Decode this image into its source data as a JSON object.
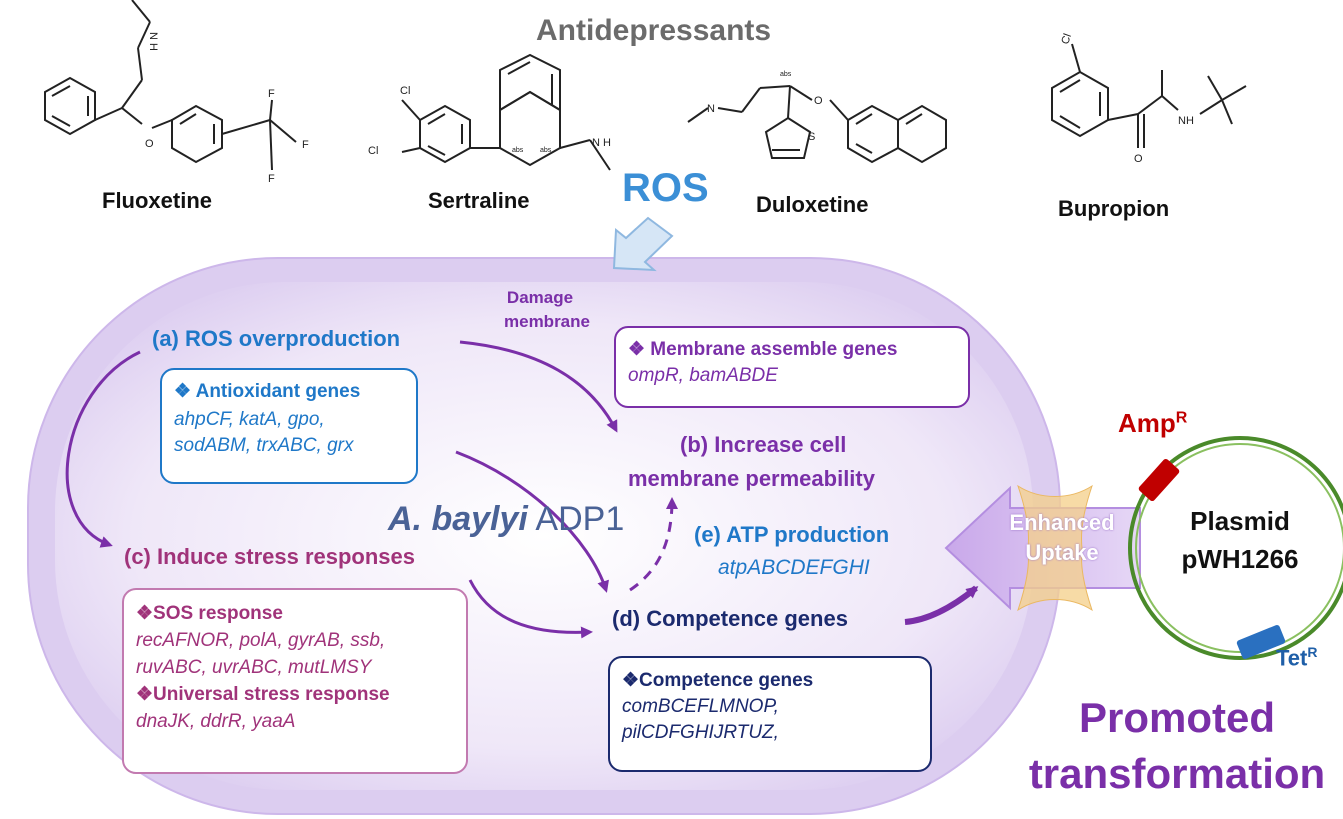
{
  "title": "Antidepressants",
  "drugs": [
    {
      "name": "Fluoxetine"
    },
    {
      "name": "Sertraline"
    },
    {
      "name": "Duloxetine"
    },
    {
      "name": "Bupropion"
    }
  ],
  "molecule_atoms": {
    "fluoxetine": [
      "N",
      "H",
      "O",
      "F",
      "F",
      "F"
    ],
    "sertraline": [
      "Cl",
      "Cl",
      "N",
      "H",
      "abs",
      "abs"
    ],
    "duloxetine": [
      "N",
      "abs",
      "O",
      "S"
    ],
    "bupropion": [
      "Cl",
      "O",
      "NH"
    ]
  },
  "ros_label": "ROS",
  "cell": {
    "organism_italic": "A. baylyi",
    "organism_strain": "ADP1"
  },
  "nodes": {
    "a": "(a) ROS overproduction",
    "b_line1": "(b) Increase cell",
    "b_line2": "membrane permeability",
    "c": "(c) Induce stress responses",
    "d": "(d) Competence genes",
    "e": "(e) ATP production",
    "e_genes": "atpABCDEFGHI",
    "damage_line1": "Damage",
    "damage_line2": "membrane"
  },
  "boxes": {
    "antioxidant": {
      "title": "❖ Antioxidant genes",
      "lines": [
        "ahpCF, katA, gpo,",
        "sodABM, trxABC, grx"
      ]
    },
    "membrane": {
      "title": "❖ Membrane assemble genes",
      "lines": [
        "ompR, bamABDE"
      ]
    },
    "stress": {
      "title1": "❖SOS response",
      "lines1": [
        "recAFNOR, polA, gyrAB, ssb,",
        "ruvABC, uvrABC, mutLMSY"
      ],
      "title2": "❖Universal stress response",
      "lines2": [
        "dnaJK, ddrR, yaaA"
      ]
    },
    "competence": {
      "title": "❖Competence genes",
      "lines": [
        "comBCEFLMNOP,",
        "pilCDFGHIJRTUZ,"
      ]
    }
  },
  "uptake": {
    "line1": "Enhanced",
    "line2": "Uptake"
  },
  "plasmid": {
    "line1": "Plasmid",
    "line2": "pWH1266",
    "amp": "Amp",
    "amp_sup": "R",
    "tet": "Tet",
    "tet_sup": "R"
  },
  "promoted": {
    "line1": "Promoted",
    "line2": "transformation"
  },
  "colors": {
    "blue": "#1f78c8",
    "purple": "#7a2fa8",
    "magenta": "#a0337a",
    "navy": "#1b2a6e",
    "cell_fill": "#dccdf0",
    "red_arrow": "#c00000"
  }
}
